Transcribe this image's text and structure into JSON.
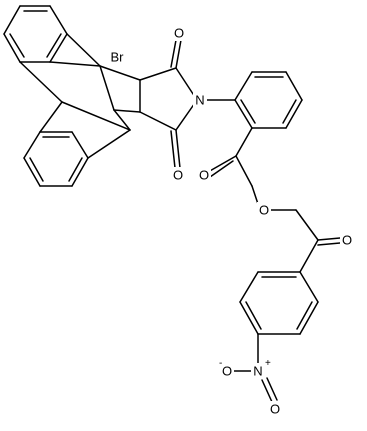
{
  "structure": {
    "atoms": {
      "br": "Br",
      "n_imide": "N",
      "o_imide_top": "O",
      "o_imide_bottom": "O",
      "o_ester_carbonyl": "O",
      "o_ester_link": "O",
      "o_ketone": "O",
      "n_nitro": "N",
      "n_nitro_charge": "+",
      "o_nitro_left": "O",
      "o_nitro_left_charge": "-",
      "o_nitro_bottom": "O"
    }
  }
}
